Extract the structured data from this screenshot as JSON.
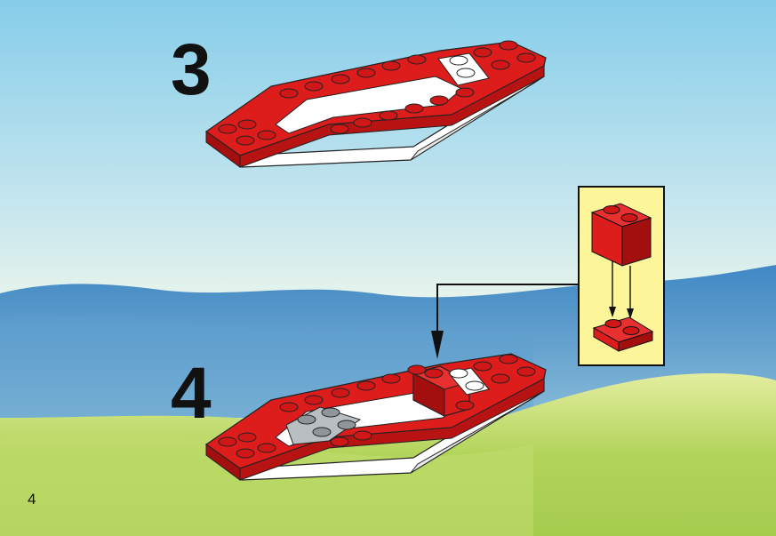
{
  "page": {
    "page_number": "4"
  },
  "steps": [
    {
      "number": "3"
    },
    {
      "number": "4"
    }
  ],
  "colors": {
    "brick_red": "#dd1c1c",
    "brick_red_dark": "#a30e0e",
    "hull_white": "#ffffff",
    "plate_gray": "#b9bec2",
    "callout_bg": "#fdf59a",
    "sky_top": "#86cdea",
    "grass": "#b2d45a"
  },
  "icons": {
    "step3_model": "boat-hull-assembly",
    "step4_model": "boat-hull-with-brick",
    "callout_part": "red-2x2-brick",
    "callout_target": "red-1x2-plate"
  }
}
